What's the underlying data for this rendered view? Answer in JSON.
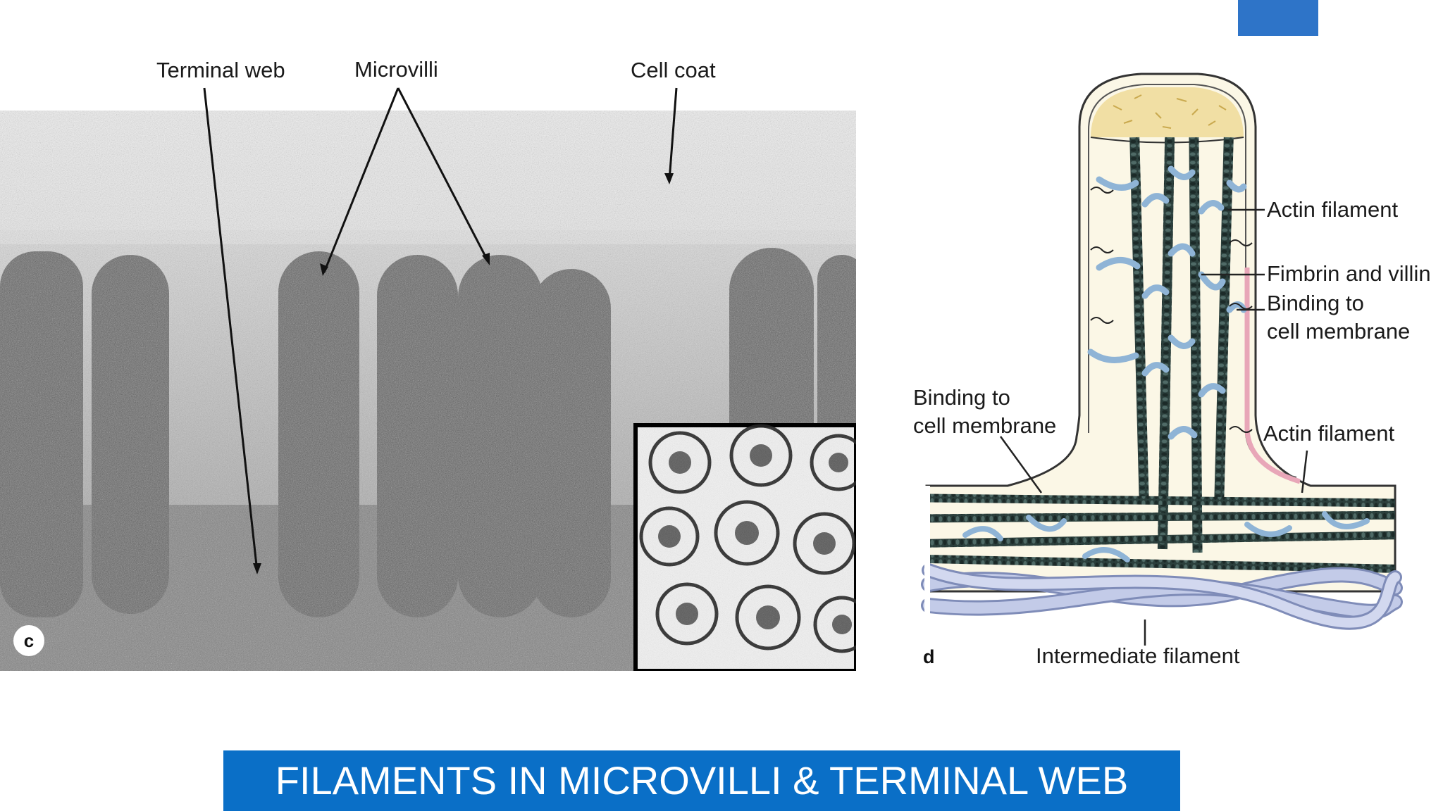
{
  "panel_c": {
    "letter": "c",
    "labels": {
      "terminal_web": "Terminal web",
      "microvilli": "Microvilli",
      "cell_coat": "Cell coat"
    }
  },
  "panel_d": {
    "letter": "d",
    "labels": {
      "actin_filament_top": "Actin filament",
      "fimbrin_villin": "Fimbrin and villin",
      "binding_right_1": "Binding to",
      "binding_right_2": "cell membrane",
      "binding_left_1": "Binding to",
      "binding_left_2": "cell membrane",
      "actin_filament_bottom": "Actin filament",
      "intermediate_filament": "Intermediate filament"
    }
  },
  "title": "FILAMENTS IN MICROVILLI & TERMINAL WEB",
  "colors": {
    "banner": "#0a6fc7",
    "corner_block": "#2e74c8",
    "actin": "#2b3f3c",
    "fimbrin": "#8fb4d6",
    "intermediate": "#b9c3e2",
    "membrane_fill": "#fbf7e6"
  }
}
